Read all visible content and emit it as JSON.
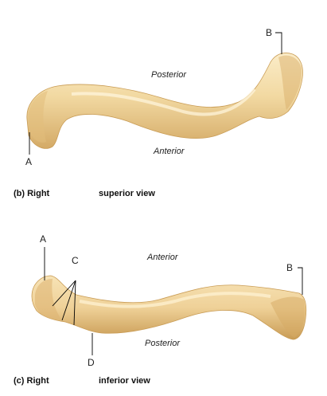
{
  "panel_b": {
    "letter": "(b)",
    "side": "Right",
    "view": "superior view",
    "posterior": "Posterior",
    "anterior": "Anterior",
    "label_a": "A",
    "label_b": "B"
  },
  "panel_c": {
    "letter": "(c)",
    "side": "Right",
    "view": "inferior view",
    "anterior": "Anterior",
    "posterior": "Posterior",
    "label_a": "A",
    "label_b": "B",
    "label_c": "C",
    "label_d": "D"
  },
  "colors": {
    "bone_light": "#f6e2b4",
    "bone_mid": "#e9c98a",
    "bone_dark": "#c99c55",
    "leader": "#000000"
  }
}
